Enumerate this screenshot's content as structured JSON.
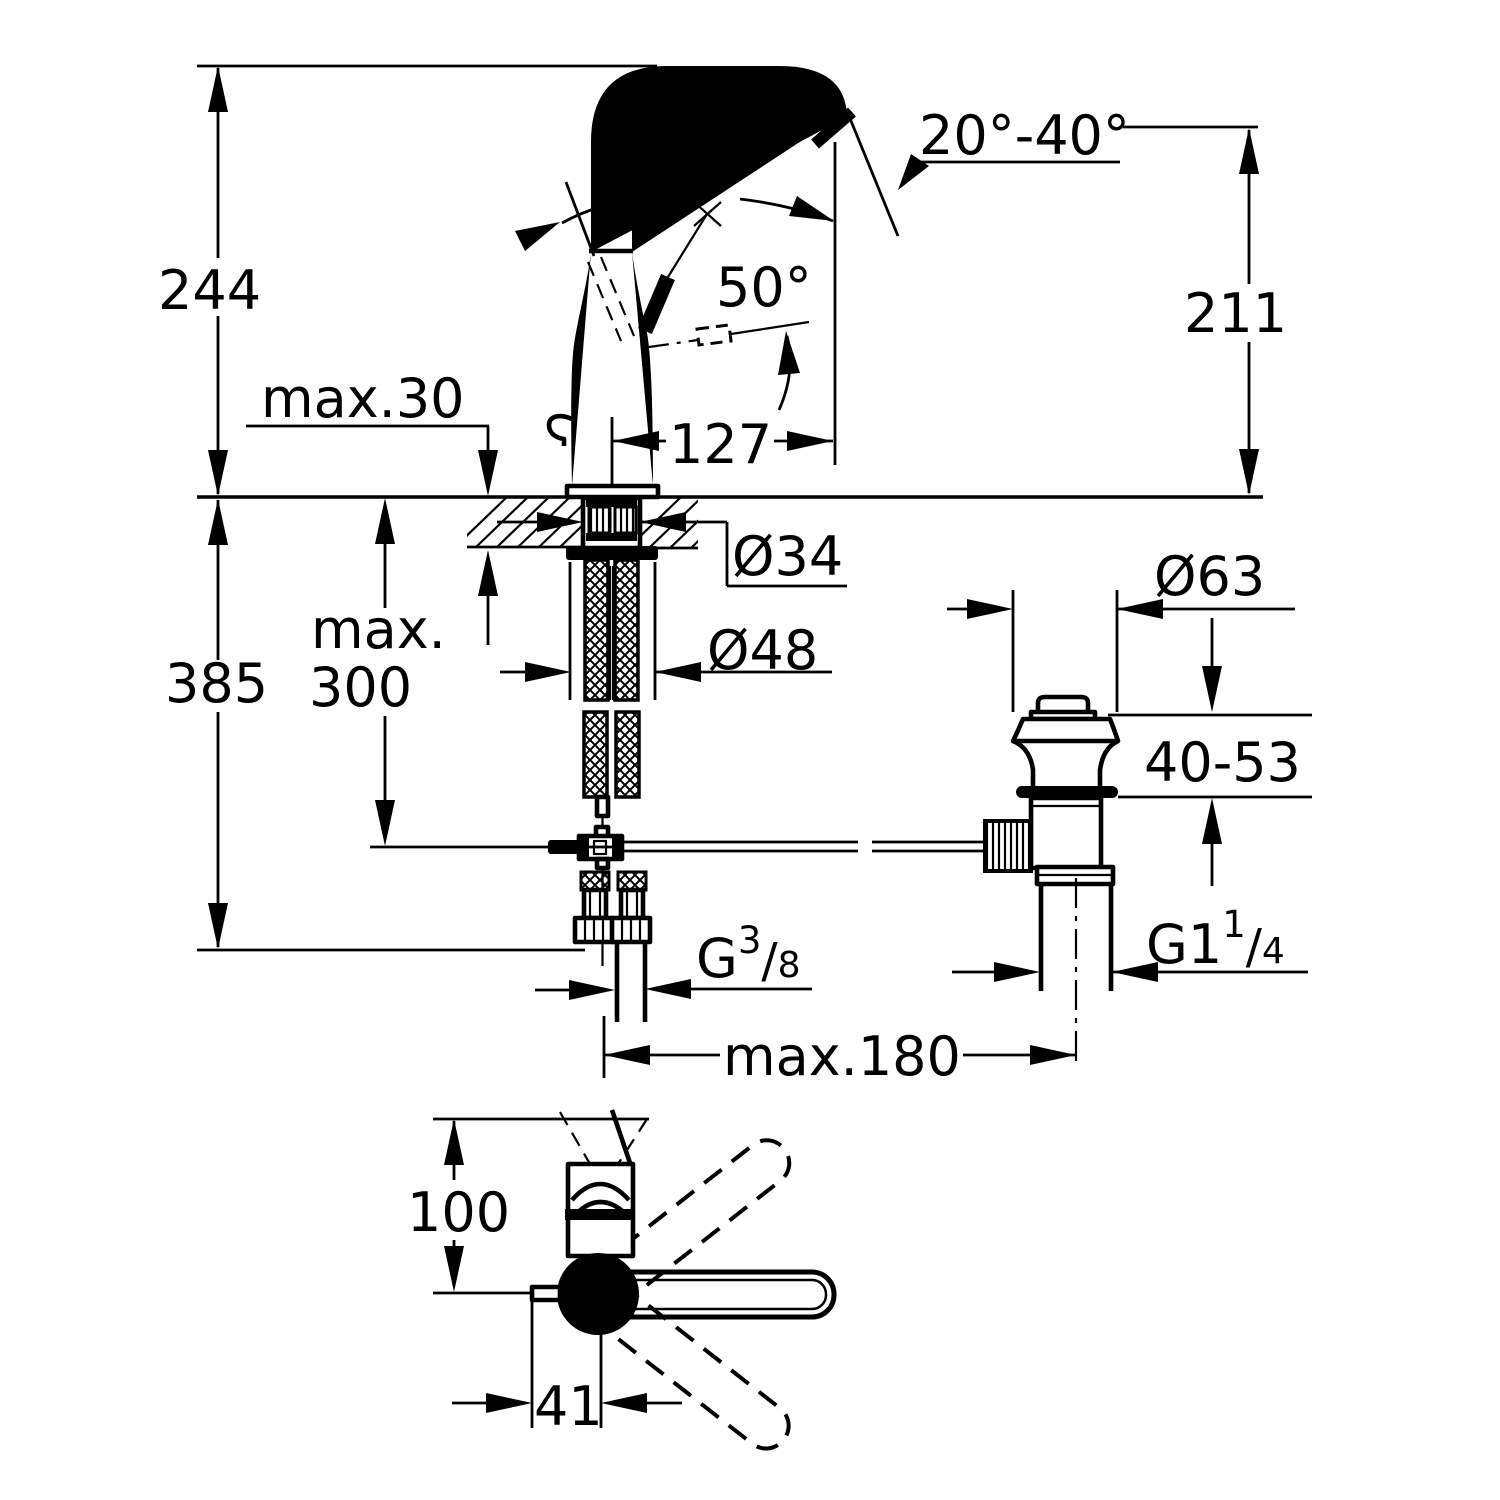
{
  "drawing": {
    "type": "technical-dimension-drawing",
    "subject": "single-lever basin mixer with high swivel spout and pop-up waste set",
    "units": "mm",
    "ink_color": "#000000",
    "paper_color": "#ffffff"
  },
  "labels": {
    "overall_height": "244",
    "spout_tip_height": "211",
    "max_deck_thickness": "max.30",
    "swivel_angle": "50°",
    "lever_angle": "50°",
    "spout_tilt_range": "20°-40°",
    "spout_reach": "127",
    "shank_diameter": "Ø34",
    "hole_diameter": "Ø48",
    "waste_flange_diameter": "Ø63",
    "overall_depth": "385",
    "hose_length_line1": "max.",
    "hose_length_line2": "300",
    "waste_clamp_range": "40-53",
    "supply_thread": {
      "base": "G",
      "sup": "3",
      "slash": "/",
      "sub": "8"
    },
    "waste_thread": {
      "base": "G1",
      "sup": "1",
      "slash": "/",
      "sub": "4"
    },
    "max_spread": "max.180",
    "top_view_depth": "100",
    "handle_offset": "41"
  }
}
